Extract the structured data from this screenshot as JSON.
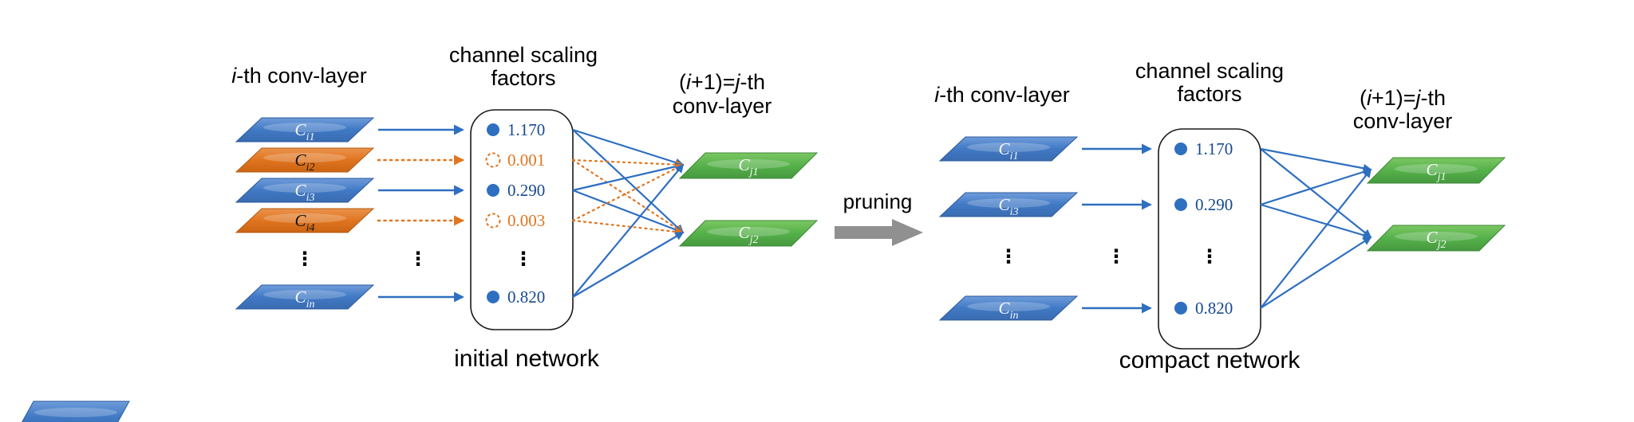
{
  "colors": {
    "channel_blue": "#3e79c7",
    "channel_orange": "#e0751f",
    "channel_green": "#55b14a",
    "link_blue": "#2e6fc0",
    "value_blue": "#17498f",
    "pruning_gray": "#909090",
    "text_black": "#000000"
  },
  "left": {
    "caption": "initial network",
    "headers": {
      "conv_i": {
        "i": "i",
        "rest": "-th conv-layer"
      },
      "scaling": {
        "line1": "channel scaling",
        "line2": "factors"
      },
      "conv_j": {
        "pre": "(",
        "i": "i",
        "mid": "+1)=",
        "j": "j",
        "post": "-th",
        "line2": "conv-layer"
      }
    },
    "channels": [
      {
        "base": "C",
        "sub": "i1",
        "color": "blue"
      },
      {
        "base": "C",
        "sub": "i2",
        "color": "orange"
      },
      {
        "base": "C",
        "sub": "i3",
        "color": "blue"
      },
      {
        "base": "C",
        "sub": "i4",
        "color": "orange"
      },
      {
        "base": "C",
        "sub": "in",
        "color": "blue"
      }
    ],
    "ellipsis": "⋮",
    "factors": [
      {
        "value": "1.170",
        "state": "kept"
      },
      {
        "value": "0.001",
        "state": "pruned"
      },
      {
        "value": "0.290",
        "state": "kept"
      },
      {
        "value": "0.003",
        "state": "pruned"
      },
      {
        "value": "0.820",
        "state": "kept"
      }
    ],
    "out_channels": [
      {
        "base": "C",
        "sub": "j1"
      },
      {
        "base": "C",
        "sub": "j2"
      }
    ]
  },
  "pruning": {
    "label": "pruning"
  },
  "right": {
    "caption": "compact network",
    "headers": {
      "conv_i": {
        "i": "i",
        "rest": "-th conv-layer"
      },
      "scaling": {
        "line1": "channel scaling",
        "line2": "factors"
      },
      "conv_j": {
        "pre": "(",
        "i": "i",
        "mid": "+1)=",
        "j": "j",
        "post": "-th",
        "line2": "conv-layer"
      }
    },
    "channels": [
      {
        "base": "C",
        "sub": "i1",
        "color": "blue"
      },
      {
        "base": "C",
        "sub": "i3",
        "color": "blue"
      },
      {
        "base": "C",
        "sub": "in",
        "color": "blue"
      }
    ],
    "ellipsis": "⋮",
    "factors": [
      {
        "value": "1.170",
        "state": "kept"
      },
      {
        "value": "0.290",
        "state": "kept"
      },
      {
        "value": "0.820",
        "state": "kept"
      }
    ],
    "out_channels": [
      {
        "base": "C",
        "sub": "j1"
      },
      {
        "base": "C",
        "sub": "j2"
      }
    ]
  }
}
